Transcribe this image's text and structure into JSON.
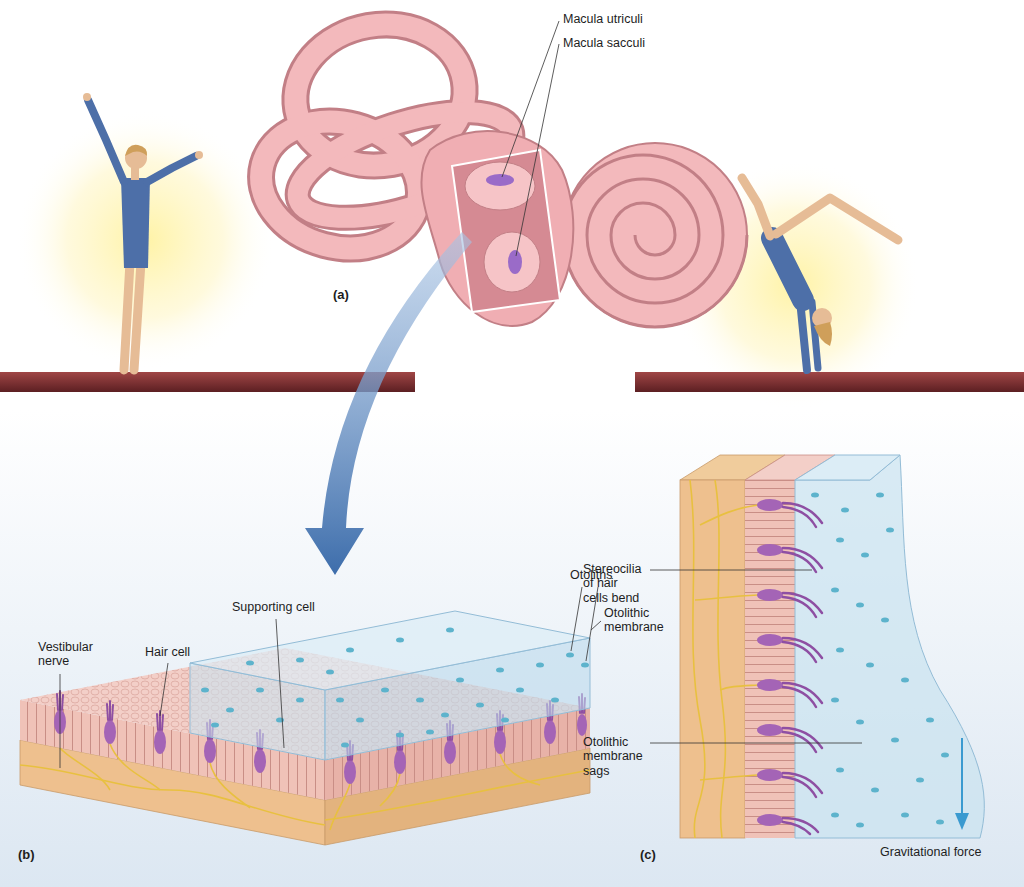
{
  "diagram": {
    "labels": [
      "Macula utriculi",
      "Macula sacculi",
      "(a)",
      "Otoliths",
      "Otolithic membrane",
      "Hair cell",
      "Supporting cell",
      "Vestibular nerve",
      "(b)",
      "Stereocilia of hair cells bend",
      "Otolithic membrane sags",
      "(c)",
      "Gravitational force"
    ]
  }
}
